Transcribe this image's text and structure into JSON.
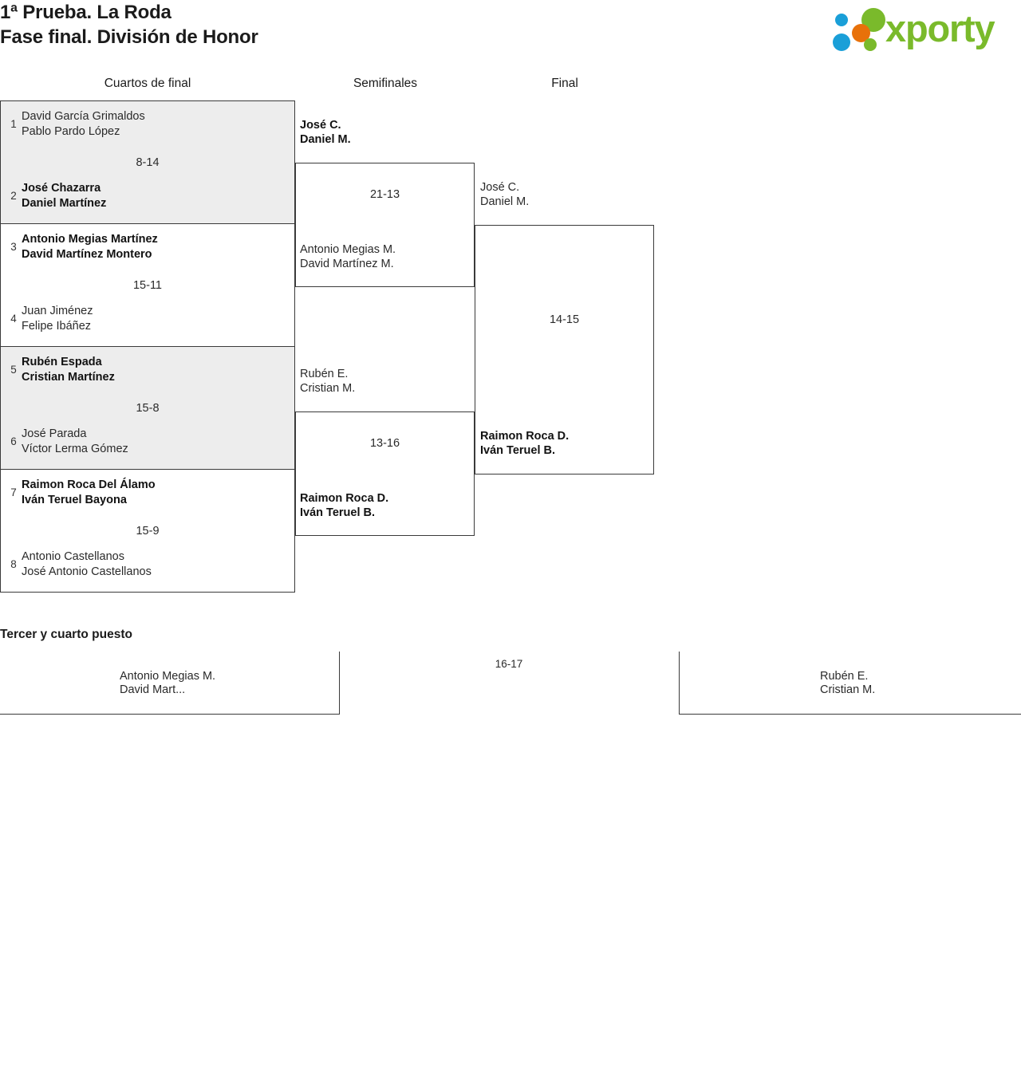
{
  "header": {
    "title_line1": "1ª Prueba. La Roda",
    "title_line2": "Fase final. División de Honor",
    "logo_text": "xporty",
    "logo_colors": {
      "green": "#7ABA2B",
      "blue": "#1A9FD8",
      "orange": "#E8710A"
    }
  },
  "rounds": {
    "quarterfinals_label": "Cuartos de final",
    "semifinals_label": "Semifinales",
    "final_label": "Final"
  },
  "quarterfinals": [
    {
      "score": "8-14",
      "shaded": true,
      "top": {
        "seed": "1",
        "player1": "David García Grimaldos",
        "player2": "Pablo Pardo López",
        "winner": false
      },
      "bottom": {
        "seed": "2",
        "player1": "José Chazarra",
        "player2": "Daniel Martínez",
        "winner": true
      }
    },
    {
      "score": "15-11",
      "shaded": false,
      "top": {
        "seed": "3",
        "player1": "Antonio Megias Martínez",
        "player2": "David Martínez Montero",
        "winner": true
      },
      "bottom": {
        "seed": "4",
        "player1": "Juan Jiménez",
        "player2": "Felipe Ibáñez",
        "winner": false
      }
    },
    {
      "score": "15-8",
      "shaded": true,
      "top": {
        "seed": "5",
        "player1": "Rubén Espada",
        "player2": "Cristian Martínez",
        "winner": true
      },
      "bottom": {
        "seed": "6",
        "player1": "José Parada",
        "player2": "Víctor Lerma Gómez",
        "winner": false
      }
    },
    {
      "score": "15-9",
      "shaded": false,
      "top": {
        "seed": "7",
        "player1": "Raimon Roca Del Álamo",
        "player2": "Iván Teruel Bayona",
        "winner": true
      },
      "bottom": {
        "seed": "8",
        "player1": "Antonio Castellanos",
        "player2": "José Antonio Castellanos",
        "winner": false
      }
    }
  ],
  "semifinals": [
    {
      "score": "21-13",
      "top": {
        "player1": "José C.",
        "player2": "Daniel M.",
        "winner": true
      },
      "bottom": {
        "player1": "Antonio Megias M.",
        "player2": "David Martínez M.",
        "winner": false
      }
    },
    {
      "score": "13-16",
      "top": {
        "player1": "Rubén E.",
        "player2": "Cristian M.",
        "winner": false
      },
      "bottom": {
        "player1": "Raimon Roca D.",
        "player2": "Iván Teruel B.",
        "winner": true
      }
    }
  ],
  "final": {
    "score": "14-15",
    "top": {
      "player1": "José C.",
      "player2": "Daniel M.",
      "winner": false
    },
    "bottom": {
      "player1": "Raimon Roca D.",
      "player2": "Iván Teruel B.",
      "winner": true
    }
  },
  "third_place": {
    "title": "Tercer y cuarto puesto",
    "score": "16-17",
    "left": {
      "player1": "Antonio Megias M.",
      "player2": "David Mart..."
    },
    "right": {
      "player1": "Rubén E.",
      "player2": "Cristian M."
    }
  }
}
